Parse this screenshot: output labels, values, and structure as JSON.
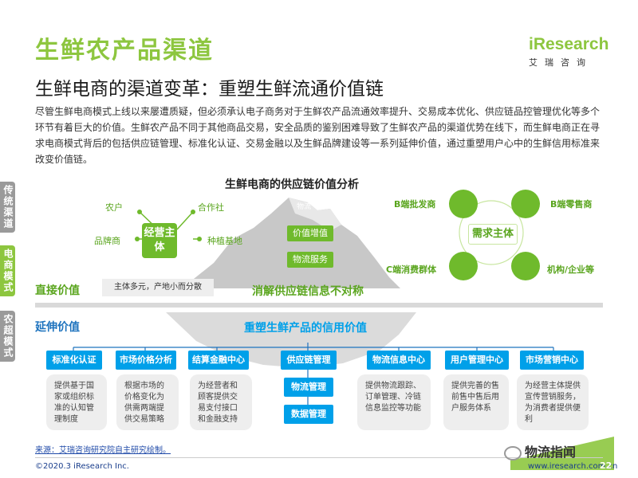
{
  "header": {
    "title": "生鲜农产品渠道",
    "subtitle": "生鲜电商的渠道变革：重塑生鲜流通价值链",
    "brand_logo": "iResearch",
    "brand_cn": "艾瑞咨询"
  },
  "intro_text": "尽管生鲜电商模式上线以来屡遭质疑，但必须承认电子商务对于生鲜农产品流通效率提升、交易成本优化、供应链品控管理优化等多个环节有着巨大的价值。生鲜农产品不同于其他商品交易，安全品质的鉴别困难导致了生鲜农产品的渠道优势在线下，而生鲜电商正在寻求电商模式背后的包括供应链管理、标准化认证、交易金融以及生鲜品牌建设等一系列延伸价值，通过重塑用户心中的生鲜信用标准来改变价值链。",
  "side_tabs": [
    {
      "label": "传统渠道"
    },
    {
      "label": "电商模式"
    },
    {
      "label": "农超模式"
    }
  ],
  "diagram": {
    "title": "生鲜电商的供应链价值分析",
    "hub_label": "经营主体",
    "hub_spokes": [
      "农户",
      "合作社",
      "品牌商",
      "种植基地"
    ],
    "peak_tag": "物流",
    "iceberg_boxes": [
      "价值增值",
      "物流服务"
    ],
    "demand_center": "需求主体",
    "demand_nodes": [
      "B端批发商",
      "B端零售商",
      "C端消费群体",
      "机构/企业等"
    ],
    "direct_value": "直接价值",
    "direct_desc": "主体多元，产地小而分散",
    "direct_main": "消解供应链信息不对称",
    "extended_value": "延伸价值",
    "extended_main": "重塑生鲜产品的信用价值",
    "bottom_nodes": [
      {
        "label": "标准化认证",
        "desc": "提供基于国家或组织标准的认知管理制度"
      },
      {
        "label": "市场价格分析",
        "desc": "根据市场的价格变化为供需两端提供交易策略"
      },
      {
        "label": "结算金融中心",
        "desc": "为经营者和顾客提供交易支付接口和金融支持"
      },
      {
        "label": "供应链管理",
        "desc": ""
      },
      {
        "label": "物流信息中心",
        "desc": "提供物流跟踪、订单管理、冷链信息监控等功能"
      },
      {
        "label": "用户管理中心",
        "desc": "提供完善的售前售中售后用户服务体系"
      },
      {
        "label": "市场营销中心",
        "desc": "为经营主体提供宣传营销服务，为消费者提供便利"
      }
    ],
    "supply_sub": [
      "物流管理",
      "数据管理"
    ]
  },
  "footer": {
    "source": "来源：艾瑞咨询研究院自主研究绘制。",
    "copyright": "©2020.3 iResearch Inc.",
    "url": "www.iresearch.com.cn",
    "watermark": "物流指闻",
    "page": "22"
  },
  "colors": {
    "green": "#8dc63f",
    "blue": "#00a0e9",
    "dark_green": "#5aa51e"
  }
}
